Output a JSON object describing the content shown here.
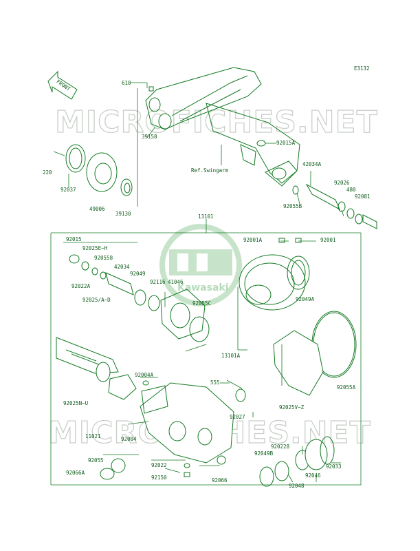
{
  "diagram_code": "E3132",
  "front_label": "FRONT",
  "watermark": "MICROFICHES.NET",
  "logo_text": "Kawasaki",
  "parts": {
    "p610": "610",
    "p39158": "39158",
    "p92015A": "92015A",
    "pRefSwingarm": "Ref.Swingarm",
    "p220": "220",
    "p92037": "92037",
    "p49006": "49006",
    "p39130": "39130",
    "p42034A": "42034A",
    "p92026": "92026",
    "p480": "480",
    "p92081": "92081",
    "p92055B": "92055B",
    "p13101": "13101",
    "p92015": "92015",
    "p92025E_H": "92025E~H",
    "p920558": "920558",
    "p42034": "42034",
    "p92022A": "92022A",
    "p92049": "92049",
    "p92116": "92116",
    "p41046": "41046",
    "p92025A_D": "92025/A~D",
    "p92001A": "92001A",
    "p92001": "92001",
    "p92049A": "92049A",
    "p92055C": "92055C",
    "p13101A": "13101A",
    "p92055A": "92055A",
    "p92025N_U": "92025N~U",
    "p92004A": "92004A",
    "p555": "555",
    "p92027": "92027",
    "p92025V_Z": "92025V~Z",
    "p11021": "11021",
    "p92004": "92004",
    "p920228": "920228",
    "p92049B": "92049B",
    "p92033": "92033",
    "p92055": "92055",
    "p92066A": "92066A",
    "p92022": "92022",
    "p92046": "92046",
    "p92150": "92150",
    "p92066": "92066",
    "p92048": "92048"
  }
}
